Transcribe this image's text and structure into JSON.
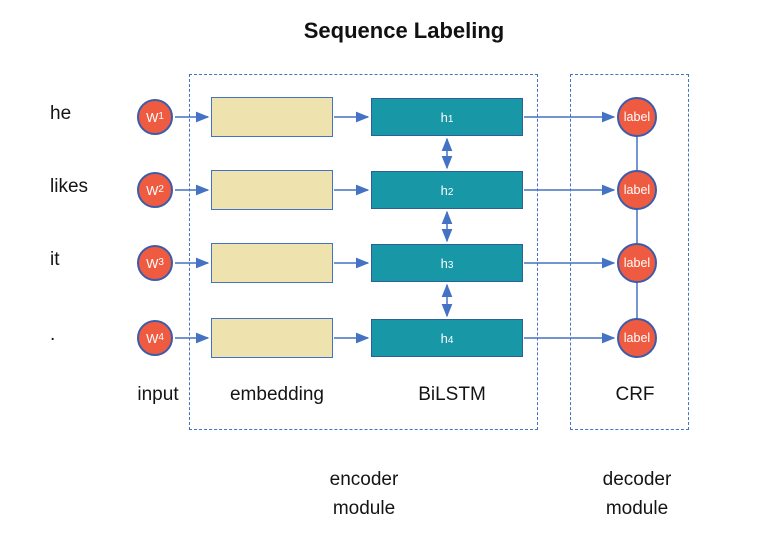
{
  "title": "Sequence Labeling",
  "colors": {
    "node_red": "#ee5b41",
    "node_teal": "#1898a6",
    "box_cream": "#eee3ae",
    "connector_blue": "#4472c4",
    "node_border_blue": "#3c5ba9"
  },
  "rows": [
    {
      "word": "he",
      "input_symbol": "W",
      "input_index": "1",
      "hidden_symbol": "h",
      "hidden_index": "1",
      "output_label": "label"
    },
    {
      "word": "likes",
      "input_symbol": "W",
      "input_index": "2",
      "hidden_symbol": "h",
      "hidden_index": "2",
      "output_label": "label"
    },
    {
      "word": "it",
      "input_symbol": "W",
      "input_index": "3",
      "hidden_symbol": "h",
      "hidden_index": "3",
      "output_label": "label"
    },
    {
      "word": ".",
      "input_symbol": "W",
      "input_index": "4",
      "hidden_symbol": "h",
      "hidden_index": "4",
      "output_label": "label"
    }
  ],
  "columns": {
    "input": "input",
    "embedding": "embedding",
    "bilstm": "BiLSTM",
    "crf": "CRF"
  },
  "modules": {
    "encoder": {
      "line1": "encoder",
      "line2": "module"
    },
    "decoder": {
      "line1": "decoder",
      "line2": "module"
    }
  }
}
